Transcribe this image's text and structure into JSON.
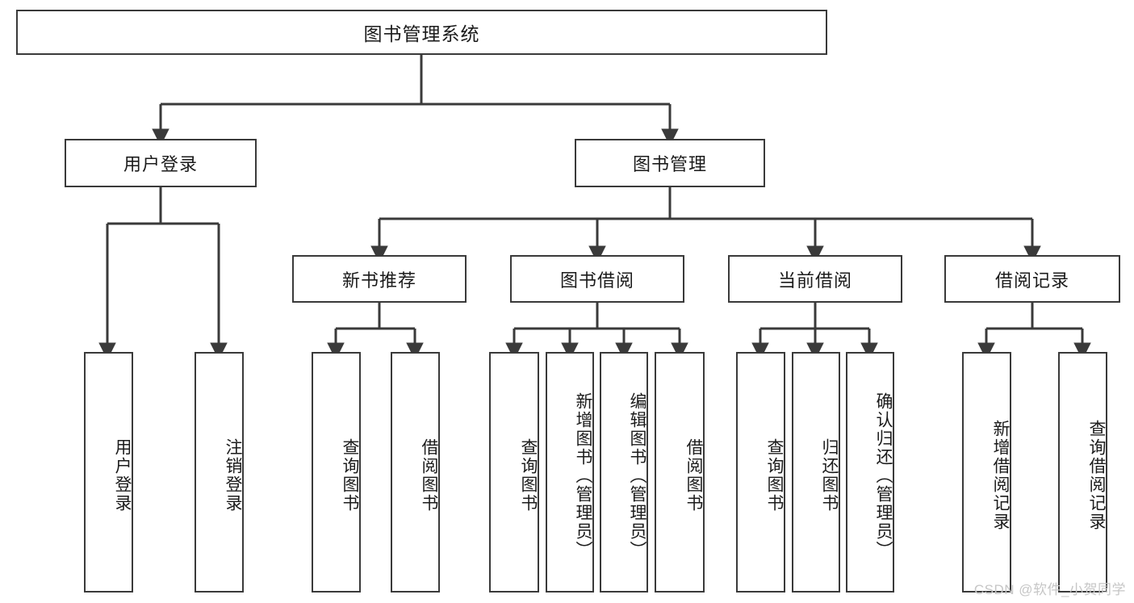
{
  "diagram": {
    "title_node": {
      "label": "图书管理系统"
    },
    "level2": [
      {
        "label": "用户登录"
      },
      {
        "label": "图书管理"
      }
    ],
    "level3": [
      {
        "label": "新书推荐"
      },
      {
        "label": "图书借阅"
      },
      {
        "label": "当前借阅"
      },
      {
        "label": "借阅记录"
      }
    ],
    "leaves": [
      {
        "label": "用户登录"
      },
      {
        "label": "注销登录"
      },
      {
        "label": "查询图书"
      },
      {
        "label": "借阅图书"
      },
      {
        "label": "查询图书"
      },
      {
        "label": "新增图书（管理员）"
      },
      {
        "label": "编辑图书（管理员）"
      },
      {
        "label": "借阅图书"
      },
      {
        "label": "查询图书"
      },
      {
        "label": "归还图书"
      },
      {
        "label": "确认归还（管理员）"
      },
      {
        "label": "新增借阅记录"
      },
      {
        "label": "查询借阅记录"
      }
    ],
    "watermark": "CSDN @软件_小贺同学",
    "colors": {
      "border": "#3a3a3a",
      "text": "#1b1b1b",
      "background": "#ffffff",
      "watermark": "#c6c6c6"
    }
  }
}
